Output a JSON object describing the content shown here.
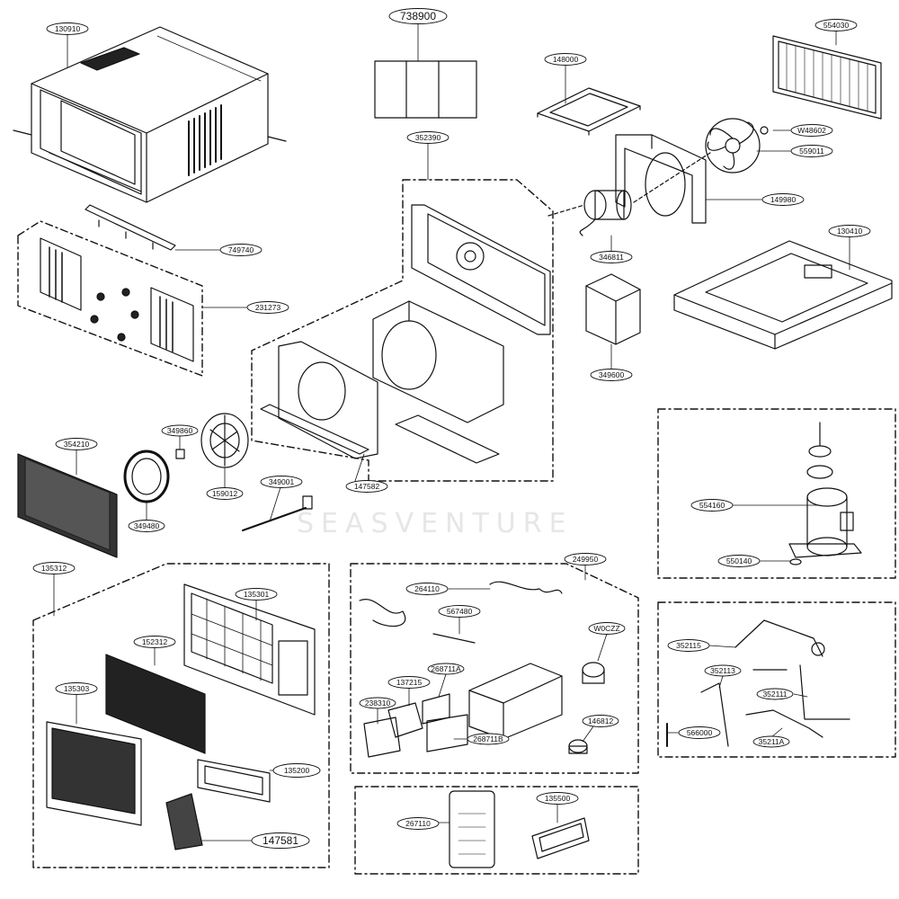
{
  "watermark": "SEASVENTURE",
  "colors": {
    "line": "#111111",
    "fill": "#ffffff",
    "dark": "#222222"
  },
  "parts": [
    {
      "id": "p130910",
      "label": "130910"
    },
    {
      "id": "p738900",
      "label": "738900"
    },
    {
      "id": "p148000",
      "label": "148000"
    },
    {
      "id": "p554030",
      "label": "554030"
    },
    {
      "id": "p748602",
      "label": "W48602"
    },
    {
      "id": "p559011",
      "label": "559011"
    },
    {
      "id": "p352390",
      "label": "352390"
    },
    {
      "id": "p149980",
      "label": "149980"
    },
    {
      "id": "p346811",
      "label": "346811"
    },
    {
      "id": "p130410",
      "label": "130410"
    },
    {
      "id": "p749740",
      "label": "749740"
    },
    {
      "id": "p231273",
      "label": "231273"
    },
    {
      "id": "p349600",
      "label": "349600"
    },
    {
      "id": "p349860",
      "label": "349860"
    },
    {
      "id": "p354210",
      "label": "354210"
    },
    {
      "id": "p349480",
      "label": "349480"
    },
    {
      "id": "p159012",
      "label": "159012"
    },
    {
      "id": "p349001",
      "label": "349001"
    },
    {
      "id": "p147582",
      "label": "147582"
    },
    {
      "id": "p554160",
      "label": "554160"
    },
    {
      "id": "p550140",
      "label": "550140"
    },
    {
      "id": "p135312",
      "label": "135312"
    },
    {
      "id": "p135301",
      "label": "135301"
    },
    {
      "id": "p152312",
      "label": "152312"
    },
    {
      "id": "p135303",
      "label": "135303"
    },
    {
      "id": "p135200",
      "label": "135200"
    },
    {
      "id": "p147581",
      "label": "147581"
    },
    {
      "id": "p249950",
      "label": "249950"
    },
    {
      "id": "p264110",
      "label": "264110"
    },
    {
      "id": "p567480",
      "label": "567480"
    },
    {
      "id": "p0cz",
      "label": "W0CZZ"
    },
    {
      "id": "p137215",
      "label": "137215"
    },
    {
      "id": "p268711a",
      "label": "268711A"
    },
    {
      "id": "p238310",
      "label": "238310"
    },
    {
      "id": "p268711b",
      "label": "268711B"
    },
    {
      "id": "p146812",
      "label": "146812"
    },
    {
      "id": "p352115",
      "label": "352115"
    },
    {
      "id": "p352113",
      "label": "352113"
    },
    {
      "id": "p352111",
      "label": "352111"
    },
    {
      "id": "p566000",
      "label": "566000"
    },
    {
      "id": "p35211a",
      "label": "35211A"
    },
    {
      "id": "p267110",
      "label": "267110"
    },
    {
      "id": "p135500",
      "label": "135500"
    }
  ]
}
